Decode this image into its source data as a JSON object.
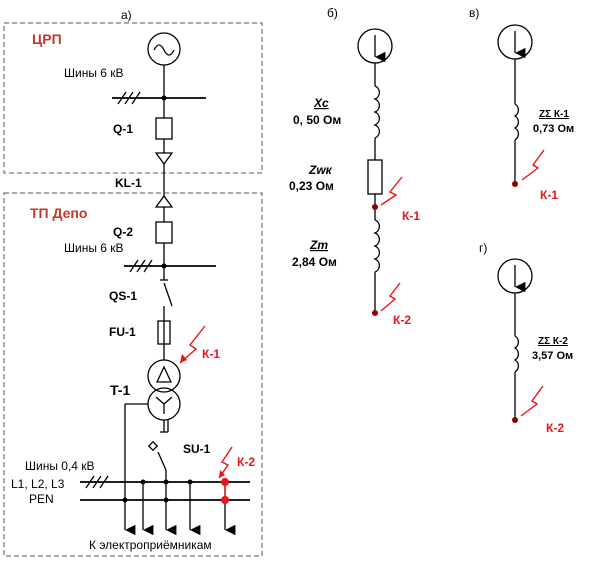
{
  "panels": {
    "a": "а)",
    "b": "б)",
    "v": "в)",
    "g": "г)"
  },
  "scheme": {
    "crp": "ЦРП",
    "tp": "ТП Депо",
    "bus6_top": "Шины 6 кВ",
    "bus6_bottom": "Шины 6 кВ",
    "q1": "Q-1",
    "kl1": "KL-1",
    "q2": "Q-2",
    "qs1": "QS-1",
    "fu1": "FU-1",
    "t1": "T-1",
    "k1": "К-1",
    "bus04": "Шины 0,4 кВ",
    "su1": "SU-1",
    "k2": "К-2",
    "phases": "L1, L2, L3",
    "pen": "PEN",
    "loads": "К электроприёмникам"
  },
  "panel_b": {
    "xc": "Xc",
    "xc_val": "0, 50 Ом",
    "zwk": "Zwк",
    "zwk_val": "0,23 Ом",
    "zm": "Zm",
    "zm_val": "2,84 Ом",
    "k1": "К-1",
    "k2": "К-2"
  },
  "panel_v": {
    "z": "ZΣ К-1",
    "val": "0,73 Ом",
    "k": "К-1"
  },
  "panel_g": {
    "z": "ZΣ К-2",
    "val": "3,57 Ом",
    "k": "К-2"
  }
}
